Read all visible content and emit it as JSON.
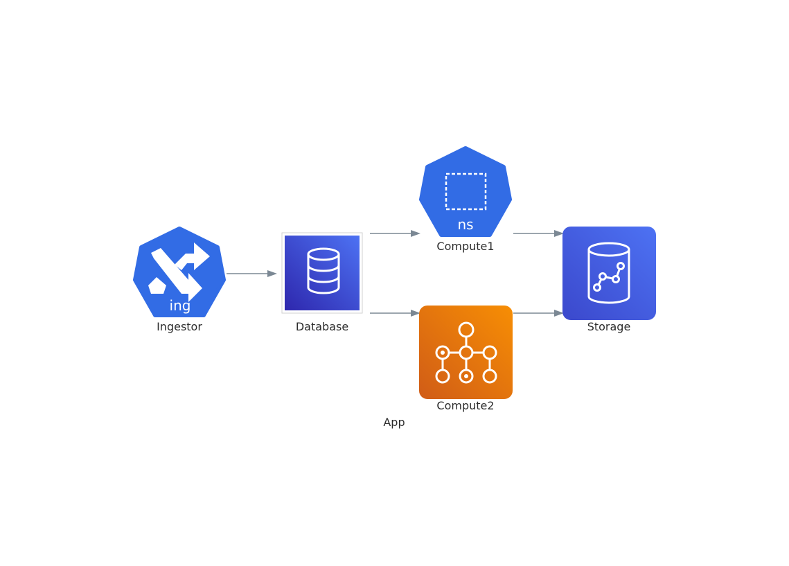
{
  "cluster": {
    "label": "App"
  },
  "nodes": {
    "ingestor": {
      "label": "Ingestor",
      "icon_text": "ing",
      "icon": "k8s-ingress-icon"
    },
    "database": {
      "label": "Database",
      "icon": "database-icon"
    },
    "compute1": {
      "label": "Compute1",
      "icon_text": "ns",
      "icon": "k8s-namespace-icon"
    },
    "compute2": {
      "label": "Compute2",
      "icon": "airflow-workflow-icon"
    },
    "storage": {
      "label": "Storage",
      "icon": "analytics-storage-icon"
    }
  },
  "edges": [
    {
      "from": "Ingestor",
      "to": "Database"
    },
    {
      "from": "Database",
      "to": "Compute1"
    },
    {
      "from": "Database",
      "to": "Compute2"
    },
    {
      "from": "Compute1",
      "to": "Storage"
    },
    {
      "from": "Compute2",
      "to": "Storage"
    }
  ],
  "colors": {
    "kubernetes_blue": "#326ce5",
    "database_gradient": [
      "#4d72f3",
      "#2e27ad"
    ],
    "storage_gradient": [
      "#4d72f3",
      "#3b48cc"
    ],
    "compute2_gradient": [
      "#f78e04",
      "#d05c17"
    ],
    "edge": "#7b8894",
    "label": "#2d2d2d"
  }
}
